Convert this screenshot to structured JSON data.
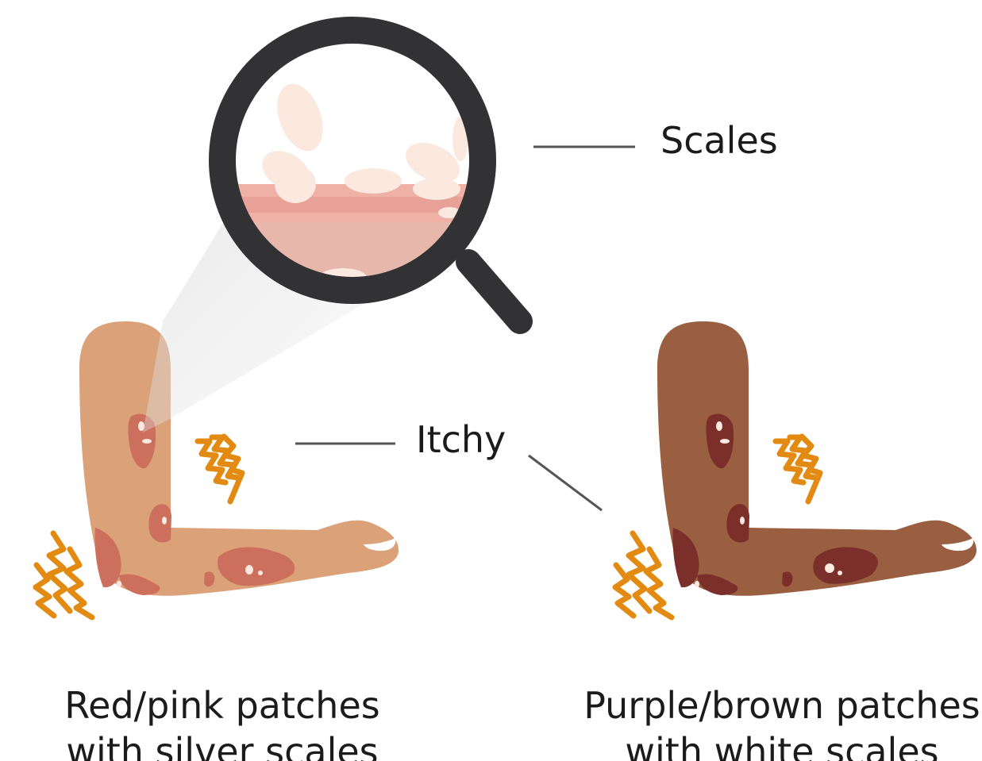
{
  "labels": {
    "scales": "Scales",
    "itchy": "Itchy"
  },
  "captions": {
    "left": {
      "line1": "Red/pink patches",
      "line2": "with silver scales"
    },
    "right": {
      "line1": "Purple/brown patches",
      "line2": "with white scales"
    }
  },
  "colors": {
    "light_skin": "#dba27a",
    "light_patch": "#cc6f5c",
    "dark_skin": "#9a5f40",
    "dark_patch": "#7a2f2a",
    "itch_marks": "#e38a12",
    "magnifier": "#323234",
    "scales": "#fbe9df",
    "leader_line": "#555555"
  },
  "icons": {
    "magnifier": "magnifying-glass-icon",
    "itch": "itch-zigzag-icon"
  }
}
